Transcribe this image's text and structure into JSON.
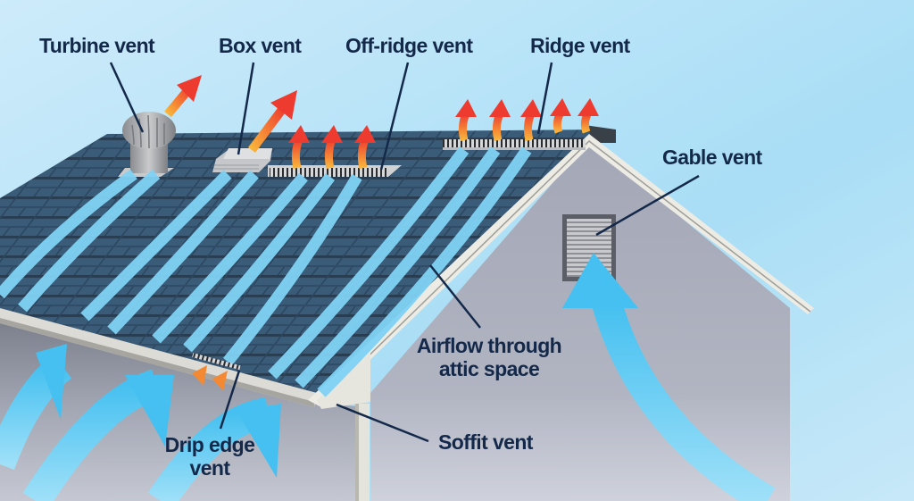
{
  "diagram": {
    "title": "Roof and attic ventilation types",
    "colors": {
      "sky_top": "#8fd3f2",
      "sky_bottom": "#cdebfa",
      "roof_shingle": "#3f6280",
      "roof_grout": "#2b3f52",
      "wall_gray": "#a9adbb",
      "trim_white": "#ecebe4",
      "airflow_blue": "#4cc3f0",
      "exhaust_orange": "#f7a437",
      "exhaust_red": "#ee3b2f",
      "label_navy": "#14294a"
    },
    "labels": {
      "turbine_vent": "Turbine vent",
      "box_vent": "Box vent",
      "off_ridge_vent": "Off-ridge vent",
      "ridge_vent": "Ridge vent",
      "gable_vent": "Gable vent",
      "airflow_line1": "Airflow through",
      "airflow_line2": "attic space",
      "soffit_vent": "Soffit vent",
      "drip_edge_line1": "Drip edge",
      "drip_edge_line2": "vent"
    }
  }
}
